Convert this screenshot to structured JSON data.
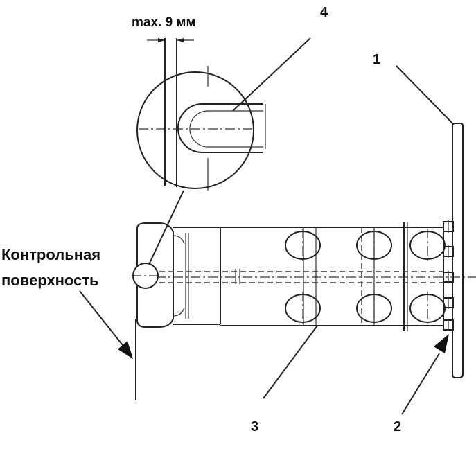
{
  "diagram": {
    "dimension_label": "max. 9 мм",
    "reference_label_line1": "Контрольная",
    "reference_label_line2": "поверхность",
    "callouts": [
      "1",
      "2",
      "3",
      "4"
    ]
  },
  "colors": {
    "line": "#222222",
    "background": "#ffffff"
  }
}
